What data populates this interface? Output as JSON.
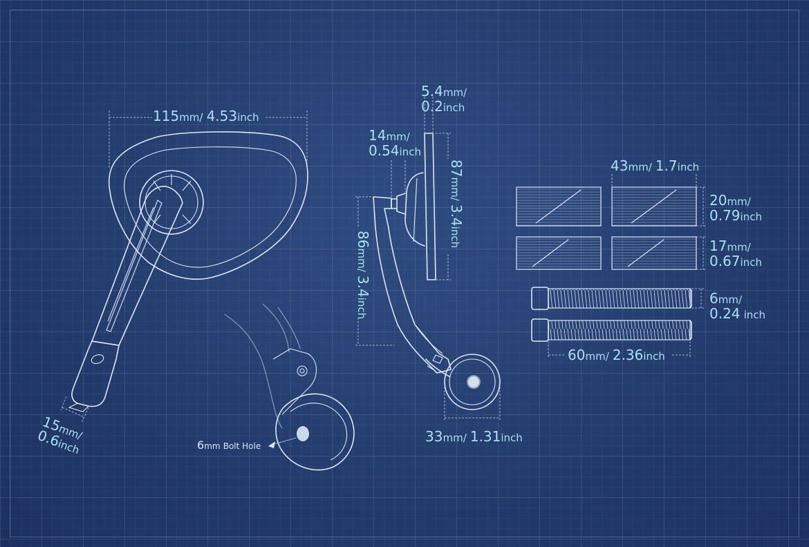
{
  "dimensions": {
    "mirror_width": {
      "value": "115",
      "unit1": "mm",
      "sep": "/",
      "value2": "4.53",
      "unit2": "inch"
    },
    "clamp_width": {
      "value": "15",
      "unit1": "mm",
      "sep": "/",
      "value2": "0.6",
      "unit2": "inch"
    },
    "glass_thickness": {
      "value": "5.4",
      "unit1": "mm",
      "sep": "/",
      "value2": "0.2",
      "unit2": "inch"
    },
    "ball_joint": {
      "value": "14",
      "unit1": "mm",
      "sep": "/",
      "value2": "0.54",
      "unit2": "inch"
    },
    "mirror_height": {
      "value": "87",
      "unit1": "mm",
      "sep": "/",
      "value2": "3.4",
      "unit2": "inch"
    },
    "arm_height": {
      "value": "86",
      "unit1": "mm",
      "sep": "/",
      "value2": "3.4",
      "unit2": "inch"
    },
    "clamp_diameter": {
      "value": "33",
      "unit1": "mm",
      "sep": "/",
      "value2": "1.31",
      "unit2": "inch"
    },
    "pad_width": {
      "value": "43",
      "unit1": "mm",
      "sep": "/",
      "value2": "1.7",
      "unit2": "inch"
    },
    "pad_large": {
      "value": "20",
      "unit1": "mm",
      "sep": "/",
      "value2": "0.79",
      "unit2": "inch"
    },
    "pad_small": {
      "value": "17",
      "unit1": "mm",
      "sep": "/",
      "value2": "0.67",
      "unit2": "inch"
    },
    "bolt_diameter": {
      "value": "6",
      "unit1": "mm",
      "sep": "/",
      "value2": "0.24",
      "unit2": "inch"
    },
    "bolt_length": {
      "value": "60",
      "unit1": "mm",
      "sep": "/",
      "value2": "2.36",
      "unit2": "inch"
    }
  },
  "callout": {
    "value": "6",
    "unit": "mm",
    "text": "Bolt Hole"
  },
  "colors": {
    "background": "#223a6c",
    "line": "#dde7f6",
    "label": "#a7e0f0"
  }
}
